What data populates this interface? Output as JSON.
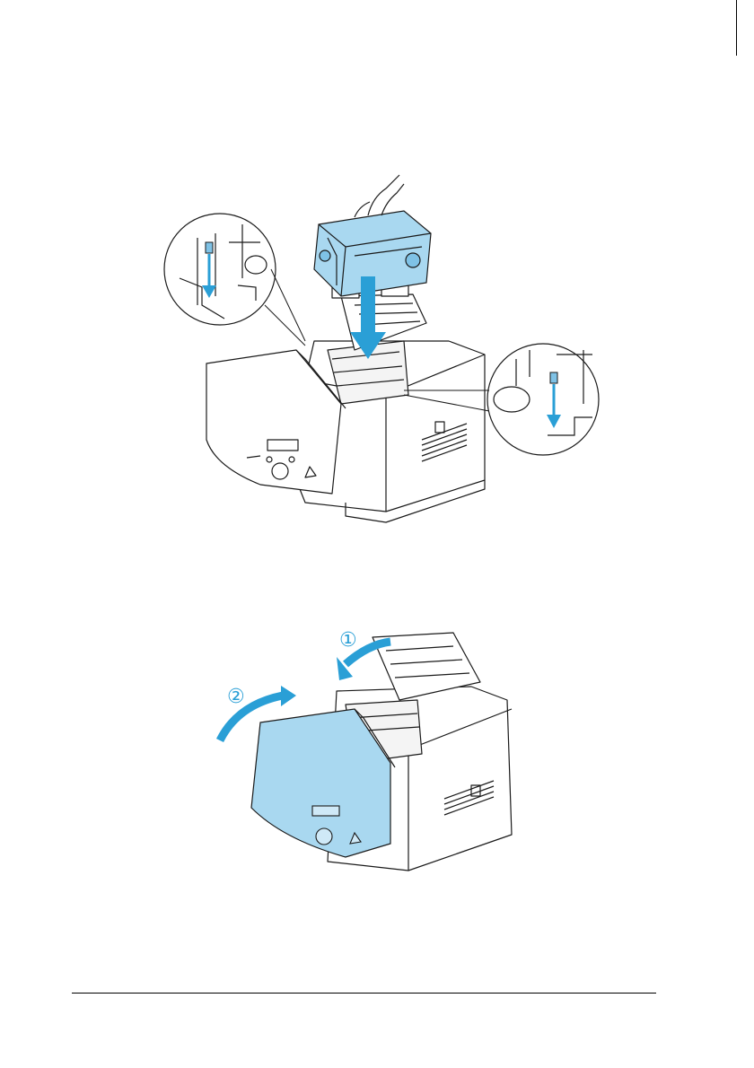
{
  "figures": [
    {
      "name": "install-drum-cartridge-figure",
      "description_callouts": 2
    },
    {
      "name": "close-covers-figure",
      "step_labels": [
        "①",
        "②"
      ]
    }
  ],
  "colors": {
    "accent": "#2a9fd6",
    "accent_fill": "#a9d8f0",
    "line": "#1a1a1a"
  }
}
